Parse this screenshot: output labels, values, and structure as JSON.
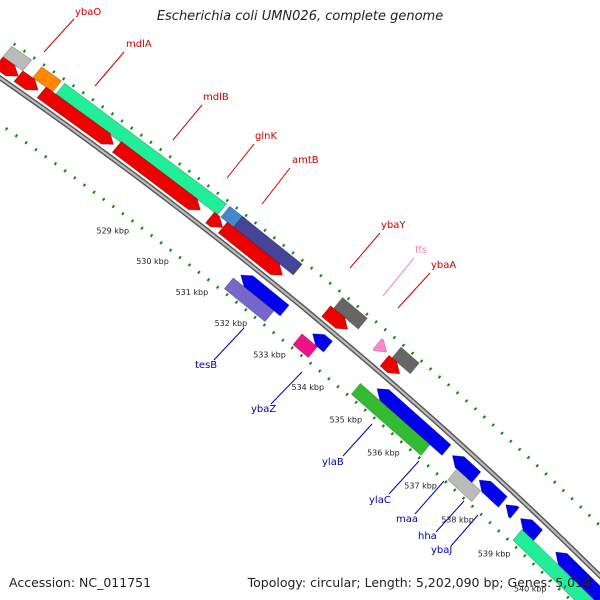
{
  "title": "Escherichia coli UMN026, complete genome",
  "footer": {
    "accession": "Accession: NC_011751",
    "topology": "Topology: circular; Length: 5,202,090 bp; Genes: 5,014"
  },
  "colors": {
    "forward_label": "#cc0000",
    "reverse_label": "#0000aa",
    "rna_label": "#ff88aa",
    "backbone": "#888888",
    "tick": "#118811"
  },
  "ticks": [
    "529 kbp",
    "530 kbp",
    "531 kbp",
    "532 kbp",
    "533 kbp",
    "534 kbp",
    "535 kbp",
    "536 kbp",
    "537 kbp",
    "538 kbp",
    "539 kbp",
    "540 kbp"
  ],
  "genes": [
    {
      "name": "ybaO",
      "strand": "forward"
    },
    {
      "name": "mdlA",
      "strand": "forward"
    },
    {
      "name": "mdlB",
      "strand": "forward"
    },
    {
      "name": "glnK",
      "strand": "forward"
    },
    {
      "name": "amtB",
      "strand": "forward"
    },
    {
      "name": "ybaY",
      "strand": "forward"
    },
    {
      "name": "ffs",
      "strand": "forward",
      "type": "rna"
    },
    {
      "name": "ybaA",
      "strand": "forward"
    },
    {
      "name": "tesB",
      "strand": "reverse"
    },
    {
      "name": "ybaZ",
      "strand": "reverse"
    },
    {
      "name": "ylaB",
      "strand": "reverse"
    },
    {
      "name": "ylaC",
      "strand": "reverse"
    },
    {
      "name": "maa",
      "strand": "reverse"
    },
    {
      "name": "hha",
      "strand": "reverse"
    },
    {
      "name": "ybaJ",
      "strand": "reverse"
    }
  ]
}
